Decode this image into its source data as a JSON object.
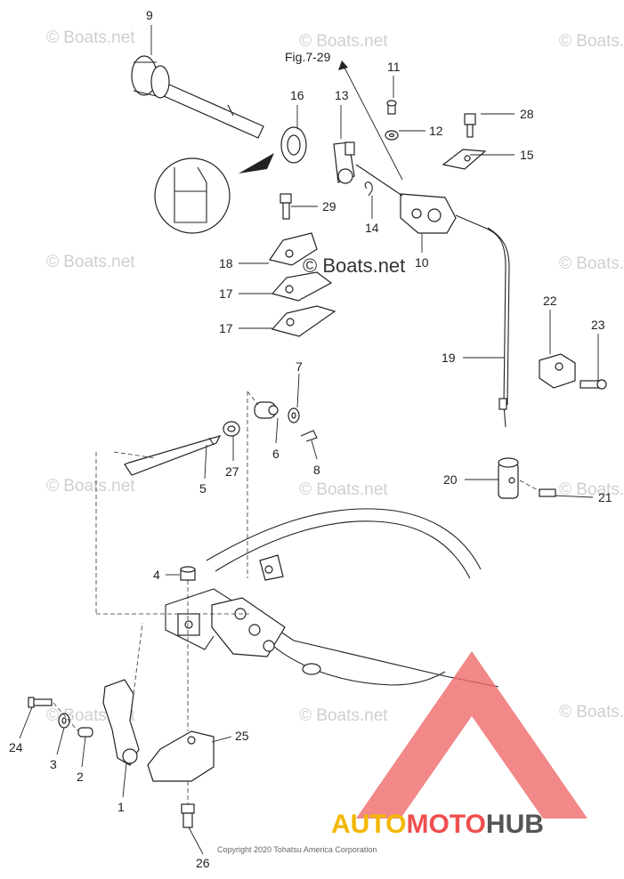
{
  "diagram": {
    "reference": "Fig.7-29",
    "copyright": "Copyright 2020 Tohatsu America Corporation",
    "watermark": "© Boats.net",
    "logo": {
      "text_1": "AUTO",
      "text_2": "MOTO",
      "text_3": "HUB",
      "color_1": "#f2b705",
      "color_2": "#ef4f4f",
      "color_3": "#555555"
    },
    "callouts": [
      {
        "id": "c9",
        "text": "9"
      },
      {
        "id": "c16",
        "text": "16"
      },
      {
        "id": "c13",
        "text": "13"
      },
      {
        "id": "c11",
        "text": "11"
      },
      {
        "id": "c12",
        "text": "12"
      },
      {
        "id": "c28",
        "text": "28"
      },
      {
        "id": "c15",
        "text": "15"
      },
      {
        "id": "c29",
        "text": "29"
      },
      {
        "id": "c14",
        "text": "14"
      },
      {
        "id": "c10",
        "text": "10"
      },
      {
        "id": "c18",
        "text": "18"
      },
      {
        "id": "c17a",
        "text": "17"
      },
      {
        "id": "c17b",
        "text": "17"
      },
      {
        "id": "c22",
        "text": "22"
      },
      {
        "id": "c23",
        "text": "23"
      },
      {
        "id": "c19",
        "text": "19"
      },
      {
        "id": "c7",
        "text": "7"
      },
      {
        "id": "c6",
        "text": "6"
      },
      {
        "id": "c8",
        "text": "8"
      },
      {
        "id": "c27",
        "text": "27"
      },
      {
        "id": "c5",
        "text": "5"
      },
      {
        "id": "c20",
        "text": "20"
      },
      {
        "id": "c21",
        "text": "21"
      },
      {
        "id": "c4",
        "text": "4"
      },
      {
        "id": "c25",
        "text": "25"
      },
      {
        "id": "c24",
        "text": "24"
      },
      {
        "id": "c3",
        "text": "3"
      },
      {
        "id": "c2",
        "text": "2"
      },
      {
        "id": "c1",
        "text": "1"
      },
      {
        "id": "c26",
        "text": "26"
      }
    ]
  }
}
